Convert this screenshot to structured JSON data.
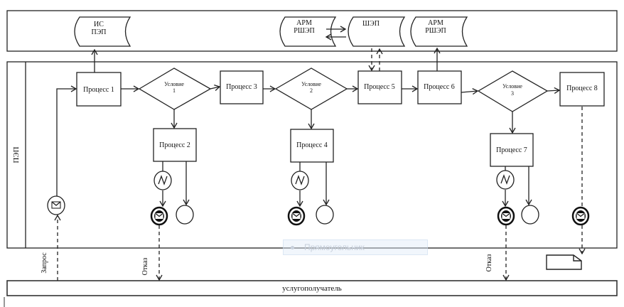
{
  "lanes": {
    "top": "",
    "main": "ПЭП",
    "bottom": "услугополучатель"
  },
  "systems": [
    {
      "line1": "ИС",
      "line2": "ПЭП"
    },
    {
      "line1": "АРМ",
      "line2": "РШЭП"
    },
    {
      "line1": "ШЭП",
      "line2": ""
    },
    {
      "line1": "АРМ",
      "line2": "РШЭП"
    }
  ],
  "processes": [
    "Процесс 1",
    "Процесс 2",
    "Процесс 3",
    "Процесс 4",
    "Процесс 5",
    "Процесс 6",
    "Процесс 7",
    "Процесс 8"
  ],
  "conditions": [
    {
      "line1": "Условие",
      "line2": "1"
    },
    {
      "line1": "Условие",
      "line2": "2"
    },
    {
      "line1": "Условие",
      "line2": "3"
    }
  ],
  "flow_labels": {
    "request": "Запрос",
    "reject1": "Отказ",
    "reject2": "Отказ"
  },
  "tooltip": "Прямоугольник"
}
